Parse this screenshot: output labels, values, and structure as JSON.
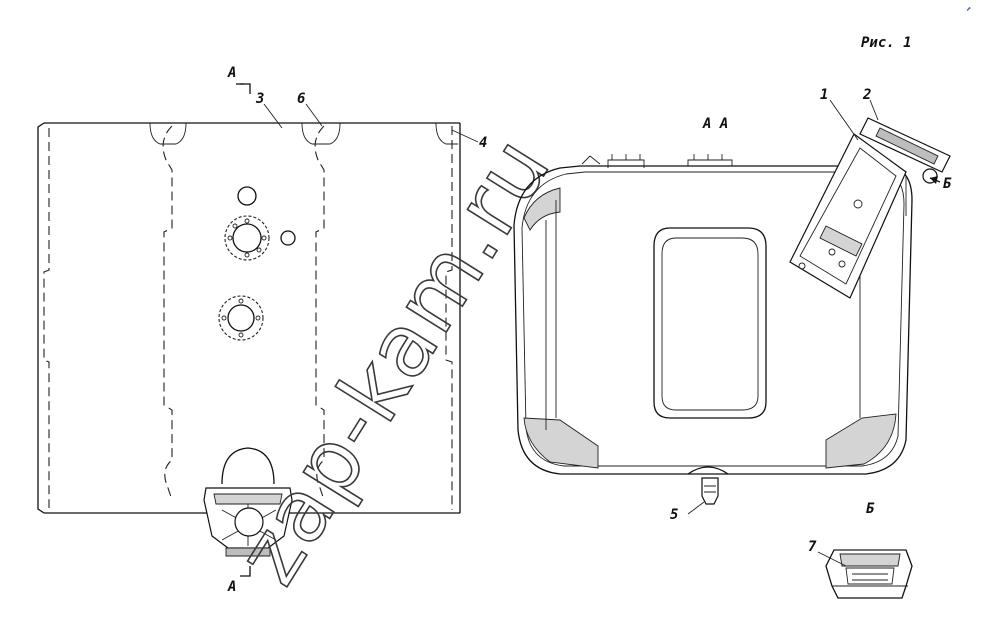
{
  "figure": {
    "caption": "Рис. 1",
    "watermark": "zap-kam.ru",
    "corner_mark": "⬈"
  },
  "labels": {
    "section_a_top": "А",
    "section_a_bottom": "А",
    "section_view_title": "А  А",
    "view_b_title": "Б",
    "view_b_arrow": "Б"
  },
  "callouts": [
    {
      "id": "1",
      "text": "1"
    },
    {
      "id": "2",
      "text": "2"
    },
    {
      "id": "3",
      "text": "3"
    },
    {
      "id": "4",
      "text": "4"
    },
    {
      "id": "5",
      "text": "5"
    },
    {
      "id": "6",
      "text": "6"
    },
    {
      "id": "7",
      "text": "7"
    }
  ]
}
